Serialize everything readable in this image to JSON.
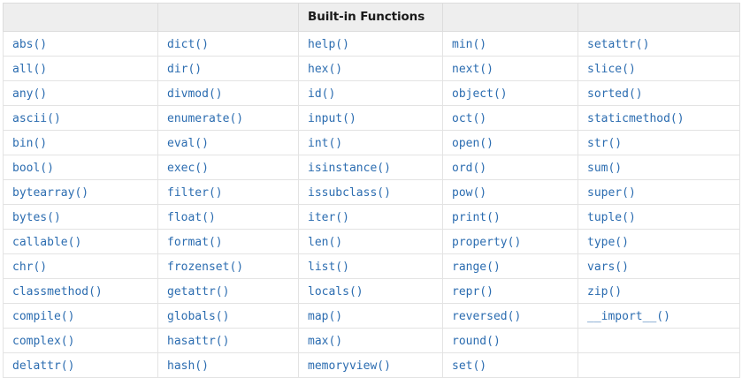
{
  "table": {
    "title": "Built-in Functions",
    "title_column_index": 2,
    "column_count": 5,
    "row_count": 14,
    "colors": {
      "link": "#2b6cb0",
      "header_background": "#eeeeee",
      "header_text": "#1a1a1a",
      "border": "#dcdcdc",
      "cell_background": "#ffffff",
      "page_background": "#ffffff"
    },
    "header_cells": [
      "",
      "",
      "Built-in Functions",
      "",
      ""
    ],
    "rows": [
      [
        "abs()",
        "dict()",
        "help()",
        "min()",
        "setattr()"
      ],
      [
        "all()",
        "dir()",
        "hex()",
        "next()",
        "slice()"
      ],
      [
        "any()",
        "divmod()",
        "id()",
        "object()",
        "sorted()"
      ],
      [
        "ascii()",
        "enumerate()",
        "input()",
        "oct()",
        "staticmethod()"
      ],
      [
        "bin()",
        "eval()",
        "int()",
        "open()",
        "str()"
      ],
      [
        "bool()",
        "exec()",
        "isinstance()",
        "ord()",
        "sum()"
      ],
      [
        "bytearray()",
        "filter()",
        "issubclass()",
        "pow()",
        "super()"
      ],
      [
        "bytes()",
        "float()",
        "iter()",
        "print()",
        "tuple()"
      ],
      [
        "callable()",
        "format()",
        "len()",
        "property()",
        "type()"
      ],
      [
        "chr()",
        "frozenset()",
        "list()",
        "range()",
        "vars()"
      ],
      [
        "classmethod()",
        "getattr()",
        "locals()",
        "repr()",
        "zip()"
      ],
      [
        "compile()",
        "globals()",
        "map()",
        "reversed()",
        "__import__()"
      ],
      [
        "complex()",
        "hasattr()",
        "max()",
        "round()",
        ""
      ],
      [
        "delattr()",
        "hash()",
        "memoryview()",
        "set()",
        ""
      ]
    ]
  }
}
